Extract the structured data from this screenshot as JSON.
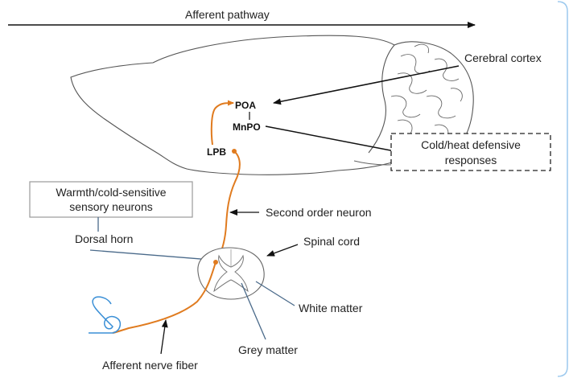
{
  "labels": {
    "afferent_pathway": "Afferent pathway",
    "cerebral_cortex": "Cerebral cortex",
    "poa": "POA",
    "mnpo": "MnPO",
    "lpb": "LPB",
    "defensive_line1": "Cold/heat defensive",
    "defensive_line2": "responses",
    "sensory_line1": "Warmth/cold-sensitive",
    "sensory_line2": "sensory neurons",
    "second_order": "Second order neuron",
    "dorsal_horn": "Dorsal horn",
    "spinal_cord": "Spinal cord",
    "white_matter": "White matter",
    "grey_matter": "Grey matter",
    "afferent_fiber": "Afferent nerve fiber"
  },
  "colors": {
    "neuron": "#E07B1F",
    "outline": "#555555",
    "arrow": "#111111",
    "nerve_coil": "#3A8FD6",
    "pointer_blue": "#4A6A8A",
    "frame": "#9CC9EE"
  }
}
